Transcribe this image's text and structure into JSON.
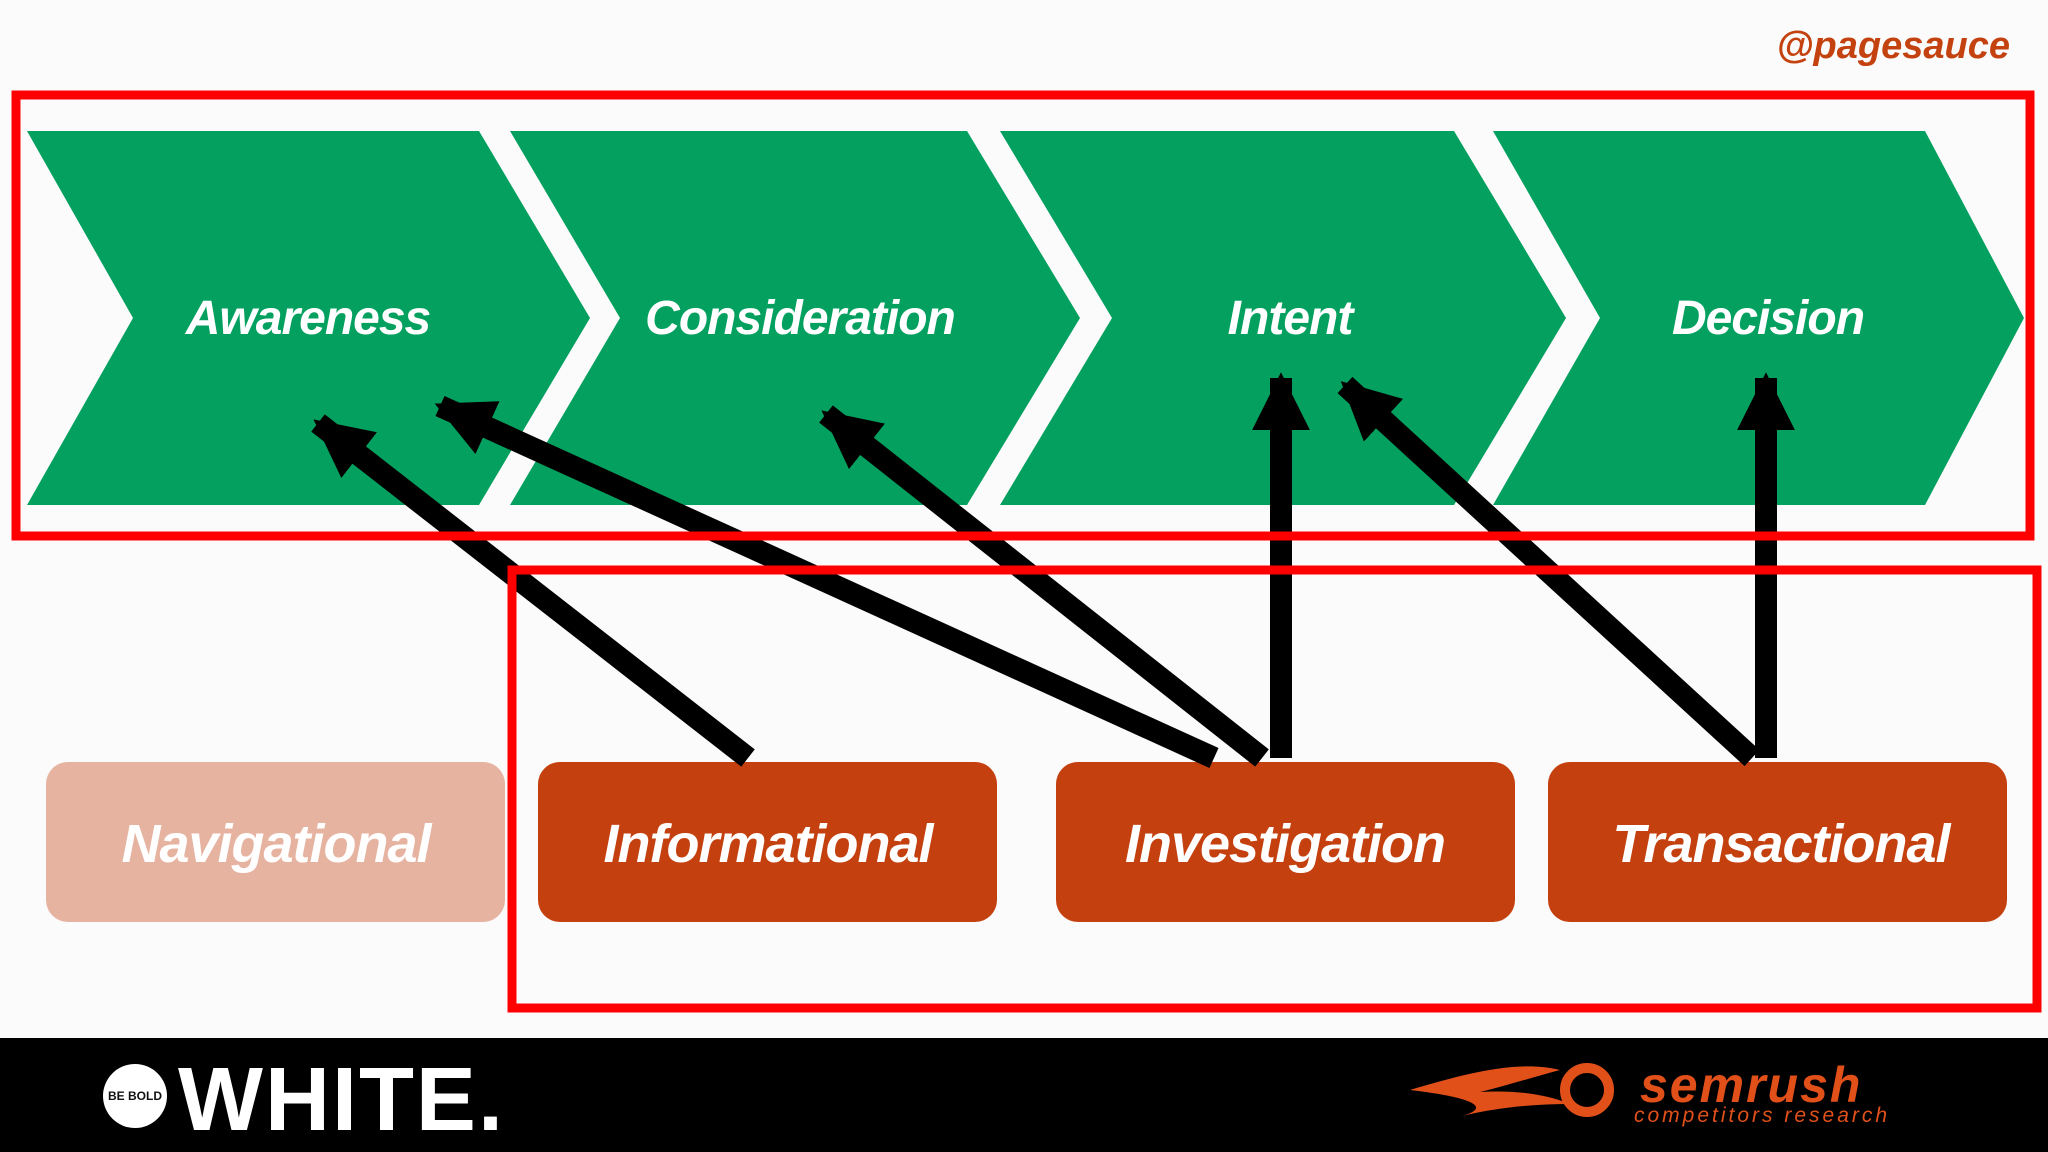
{
  "handle": "@pagesauce",
  "funnel_stages": [
    {
      "label": "Awareness"
    },
    {
      "label": "Consideration"
    },
    {
      "label": "Intent"
    },
    {
      "label": "Decision"
    }
  ],
  "intent_types": [
    {
      "label": "Navigational",
      "state": "faded"
    },
    {
      "label": "Informational",
      "state": "active"
    },
    {
      "label": "Investigation",
      "state": "active"
    },
    {
      "label": "Transactional",
      "state": "active"
    }
  ],
  "mappings": [
    {
      "from": "Informational",
      "to": "Awareness"
    },
    {
      "from": "Investigation",
      "to": "Awareness"
    },
    {
      "from": "Investigation",
      "to": "Consideration"
    },
    {
      "from": "Investigation",
      "to": "Intent"
    },
    {
      "from": "Transactional",
      "to": "Intent"
    },
    {
      "from": "Transactional",
      "to": "Decision"
    }
  ],
  "footer": {
    "bebold_badge": "BE BOLD",
    "brand": "WHITE.",
    "partner_name": "semrush",
    "partner_tagline": "competitors research"
  },
  "colors": {
    "funnel_green": "#03a05f",
    "intent_orange": "#c4400e",
    "intent_faded": "#e7b3a1",
    "highlight_red": "#ff0000",
    "arrow": "#000000",
    "footer_bg": "#000000",
    "handle_text": "#c4420f",
    "partner_orange": "#e2501a"
  }
}
